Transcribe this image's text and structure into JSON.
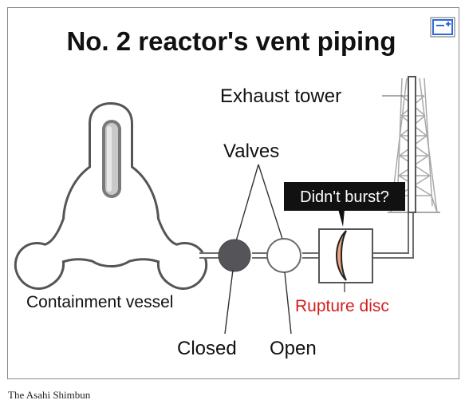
{
  "title": "No. 2 reactor's vent piping",
  "labels": {
    "exhaust_tower": "Exhaust tower",
    "valves": "Valves",
    "didnt_burst": "Didn't burst?",
    "containment_vessel": "Containment vessel",
    "rupture_disc": "Rupture disc",
    "closed": "Closed",
    "open": "Open"
  },
  "credit": "The Asahi Shimbun",
  "icons": {
    "expand": "expand-icon"
  },
  "colors": {
    "text": "#111111",
    "rupture_label": "#d21f1f",
    "disc_fill": "#eda57e",
    "closed_valve": "#555458",
    "callout_bg": "#111111",
    "callout_text": "#ffffff",
    "icon_accent": "#2f6bd8"
  }
}
